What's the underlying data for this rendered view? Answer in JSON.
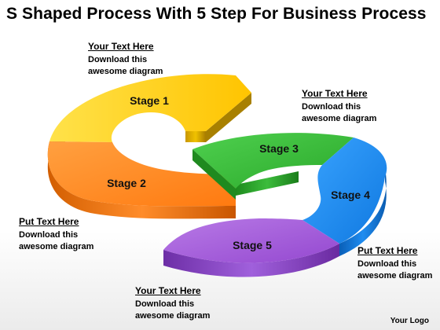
{
  "title": "S Shaped Process With 5 Step For Business Process",
  "stages": [
    {
      "label": "Stage 1",
      "color": "#ffd000"
    },
    {
      "label": "Stage 2",
      "color": "#ff8a1a"
    },
    {
      "label": "Stage 3",
      "color": "#3cc03c"
    },
    {
      "label": "Stage 4",
      "color": "#1e8ef0"
    },
    {
      "label": "Stage 5",
      "color": "#a35ad8"
    }
  ],
  "callouts": [
    {
      "heading": "Your Text Here",
      "line1": "Download this",
      "line2": "awesome diagram"
    },
    {
      "heading": "Your Text Here",
      "line1": "Download this",
      "line2": "awesome diagram"
    },
    {
      "heading": "Put Text Here",
      "line1": "Download this",
      "line2": "awesome diagram"
    },
    {
      "heading": "Put Text Here",
      "line1": "Download this",
      "line2": "awesome diagram"
    },
    {
      "heading": "Your Text Here",
      "line1": "Download this",
      "line2": "awesome diagram"
    }
  ],
  "logo": "Your Logo"
}
